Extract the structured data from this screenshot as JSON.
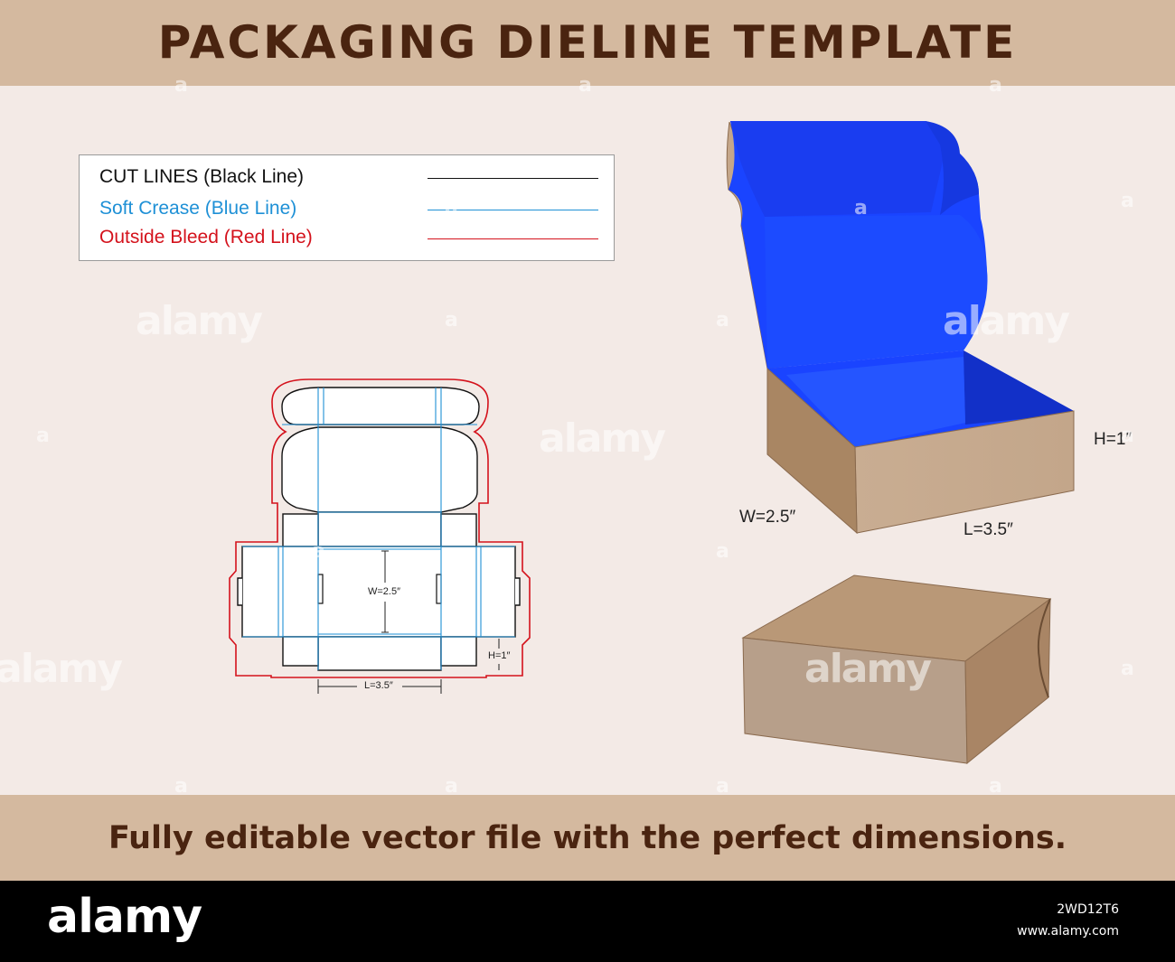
{
  "header": {
    "title": "PACKAGING DIELINE TEMPLATE"
  },
  "legend": {
    "items": [
      {
        "label": "CUT LINES (Black Line)",
        "color": "#000000"
      },
      {
        "label": "Soft Crease (Blue Line)",
        "color": "#1e90d6"
      },
      {
        "label": "Outside Bleed (Red Line)",
        "color": "#d4121c"
      }
    ]
  },
  "dieline": {
    "width_label": "W=2.5″",
    "height_label": "H=1″",
    "length_label": "L=3.5″"
  },
  "box_open": {
    "height_label": "H=1″",
    "width_label": "W=2.5″",
    "length_label": "L=3.5″",
    "inside_color": "#1a44ff",
    "kraft_color": "#c7ab8e"
  },
  "footer_band": {
    "text": "Fully editable vector file with the perfect dimensions."
  },
  "watermark": {
    "brand": "alamy",
    "short": "a",
    "image_id": "2WD12T6",
    "site": "www.alamy.com"
  }
}
